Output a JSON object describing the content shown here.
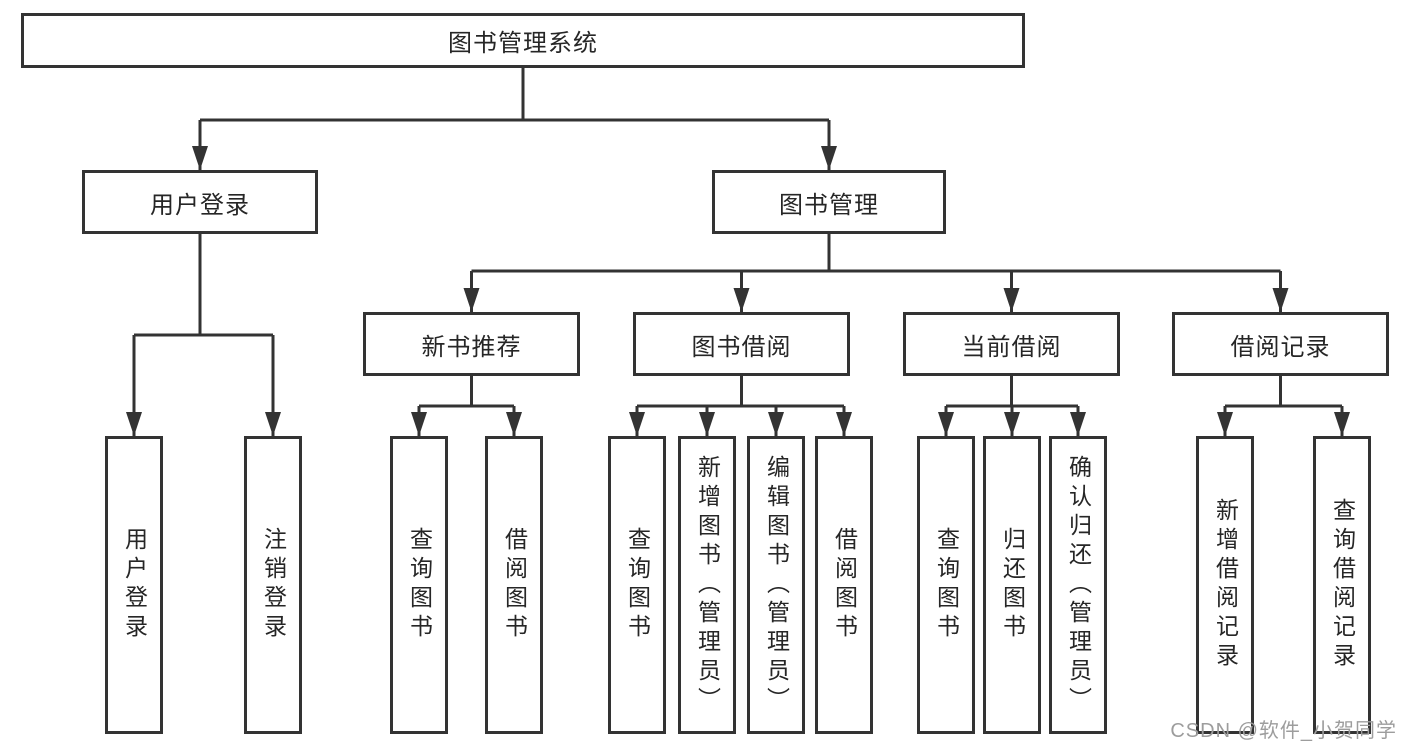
{
  "colors": {
    "line": "#333333",
    "box_border": "#333333",
    "text": "#262626",
    "background": "#ffffff",
    "watermark_text_color": "#9d9d9d"
  },
  "watermark": {
    "text": "CSDN @软件_小贺同学"
  },
  "tree": {
    "root": {
      "label": "图书管理系统",
      "children": [
        {
          "label": "用户登录",
          "children": [
            {
              "label": "用户登录"
            },
            {
              "label": "注销登录"
            }
          ]
        },
        {
          "label": "图书管理",
          "children": [
            {
              "label": "新书推荐",
              "children": [
                {
                  "label": "查询图书"
                },
                {
                  "label": "借阅图书"
                }
              ]
            },
            {
              "label": "图书借阅",
              "children": [
                {
                  "label": "查询图书"
                },
                {
                  "label": "新增图书（管理员）"
                },
                {
                  "label": "编辑图书（管理员）"
                },
                {
                  "label": "借阅图书"
                }
              ]
            },
            {
              "label": "当前借阅",
              "children": [
                {
                  "label": "查询图书"
                },
                {
                  "label": "归还图书"
                },
                {
                  "label": "确认归还（管理员）"
                }
              ]
            },
            {
              "label": "借阅记录",
              "children": [
                {
                  "label": "新增借阅记录"
                },
                {
                  "label": "查询借阅记录"
                }
              ]
            }
          ]
        }
      ]
    }
  }
}
